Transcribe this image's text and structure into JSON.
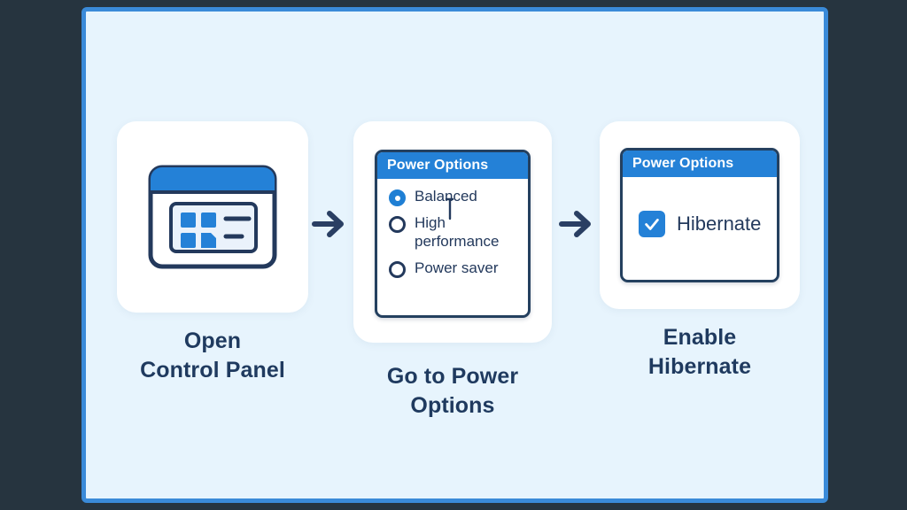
{
  "theme": {
    "outer_background": "#26343f",
    "panel_background": "#e7f4fd",
    "panel_border": "#3a8ad8",
    "card_background": "#ffffff",
    "accent_blue": "#2481d7",
    "dark_navy": "#23395c",
    "text_color": "#1f3a5f"
  },
  "diagram": {
    "type": "process-flow",
    "steps": [
      {
        "id": "step-1",
        "caption": "Open\nControl Panel",
        "icon": "control-panel-window-icon"
      },
      {
        "id": "step-2",
        "caption": "Go to Power\nOptions",
        "dialog": {
          "title": "Power Options",
          "control_type": "radio-group",
          "options": [
            {
              "label": "Balanced",
              "selected": true
            },
            {
              "label": "High performance",
              "selected": false
            },
            {
              "label": "Power saver",
              "selected": false
            }
          ]
        }
      },
      {
        "id": "step-3",
        "caption": "Enable\nHibernate",
        "dialog": {
          "title": "Power Options",
          "control_type": "checkbox",
          "options": [
            {
              "label": "Hibernate",
              "checked": true
            }
          ]
        }
      }
    ],
    "connectors": [
      {
        "id": "arrow-1",
        "icon": "arrow-right-icon",
        "from": "step-1",
        "to": "step-2"
      },
      {
        "id": "arrow-2",
        "icon": "arrow-right-icon",
        "from": "step-2",
        "to": "step-3"
      }
    ]
  }
}
